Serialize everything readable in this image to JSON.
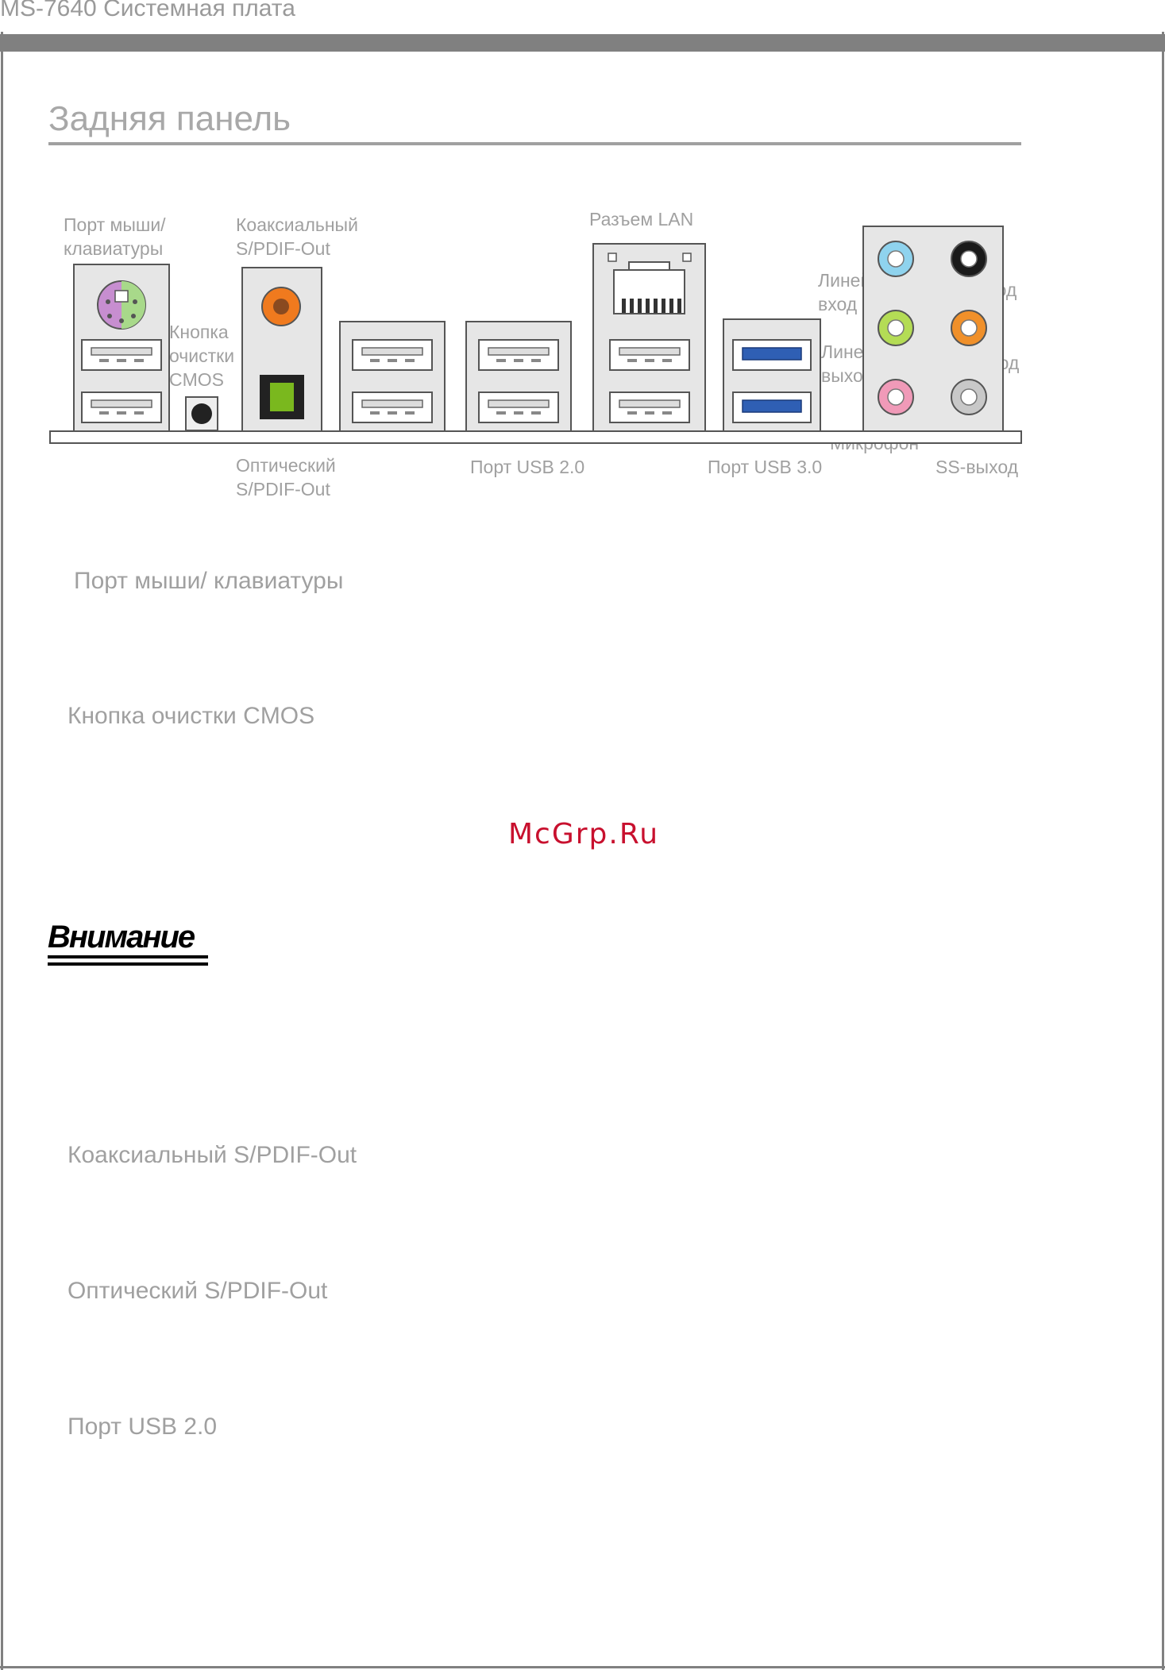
{
  "header": {
    "title": "MS-7640 Системная плата"
  },
  "section": {
    "title": "Задняя панель"
  },
  "diagram": {
    "labels": {
      "mouse_kb": [
        "Порт мыши/",
        "клавиатуры"
      ],
      "cmos_btn": [
        "Кнопка",
        "очистки",
        "CMOS"
      ],
      "coaxial": [
        "Коаксиальный",
        "S/PDIF-Out"
      ],
      "optical": [
        "Оптический",
        "S/PDIF-Out"
      ],
      "lan": "Разъем LAN",
      "usb2": "Порт USB 2.0",
      "usb3": "Порт USB 3.0",
      "line_in": [
        "Линейный",
        "вход"
      ],
      "line_out": [
        "Линейный",
        "выход"
      ],
      "mic": "Микрофон",
      "rs_out": "RS-выход",
      "cs_out": "CS-выход",
      "ss_out": "SS-выход"
    },
    "colors": {
      "ps2": "#c78ed0",
      "ps2_green": "#a8d98a",
      "coaxial": "#f07a1e",
      "optical": "#7ab81e",
      "usb3_blue": "#2f5fb4",
      "line_in": "#8fd3ee",
      "line_out": "#b4dc55",
      "mic": "#f09ab8",
      "rs": "#1a1a1a",
      "cs": "#f0902a",
      "ss": "#c8c8c8"
    }
  },
  "headings": {
    "mouse_kb": "Порт мыши/ клавиатуры",
    "cmos": "Кнопка очистки CMOS",
    "coaxial": "Коаксиальный S/PDIF-Out",
    "optical": "Оптический S/PDIF-Out",
    "usb2": "Порт USB 2.0"
  },
  "watermark": "McGrp.Ru",
  "warning": "Внимание"
}
